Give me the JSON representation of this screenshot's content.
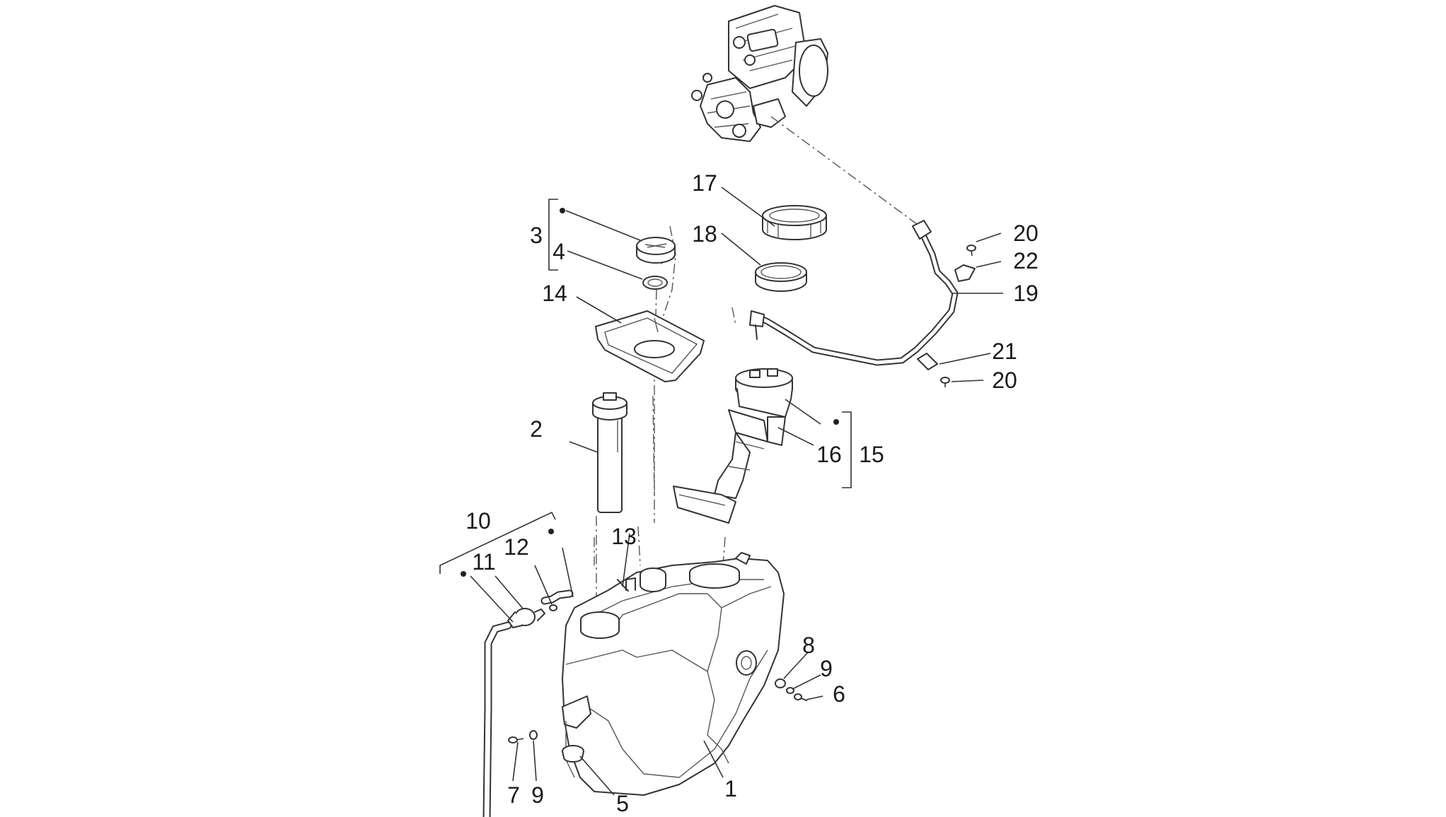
{
  "diagram": {
    "background_color": "#ffffff",
    "line_color": "#333333",
    "callouts": [
      {
        "id": "c1",
        "label": "1"
      },
      {
        "id": "c2",
        "label": "2"
      },
      {
        "id": "c3",
        "label": "3"
      },
      {
        "id": "c4",
        "label": "4"
      },
      {
        "id": "c5",
        "label": "5"
      },
      {
        "id": "c6",
        "label": "6"
      },
      {
        "id": "c7",
        "label": "7"
      },
      {
        "id": "c8",
        "label": "8"
      },
      {
        "id": "c9a",
        "label": "9"
      },
      {
        "id": "c9b",
        "label": "9"
      },
      {
        "id": "c10",
        "label": "10"
      },
      {
        "id": "c11",
        "label": "11"
      },
      {
        "id": "c12",
        "label": "12"
      },
      {
        "id": "c13",
        "label": "13"
      },
      {
        "id": "c14",
        "label": "14"
      },
      {
        "id": "c15",
        "label": "15"
      },
      {
        "id": "c16",
        "label": "16"
      },
      {
        "id": "c17",
        "label": "17"
      },
      {
        "id": "c18",
        "label": "18"
      },
      {
        "id": "c19",
        "label": "19"
      },
      {
        "id": "c20a",
        "label": "20"
      },
      {
        "id": "c20b",
        "label": "20"
      },
      {
        "id": "c21",
        "label": "21"
      },
      {
        "id": "c22",
        "label": "22"
      }
    ]
  }
}
